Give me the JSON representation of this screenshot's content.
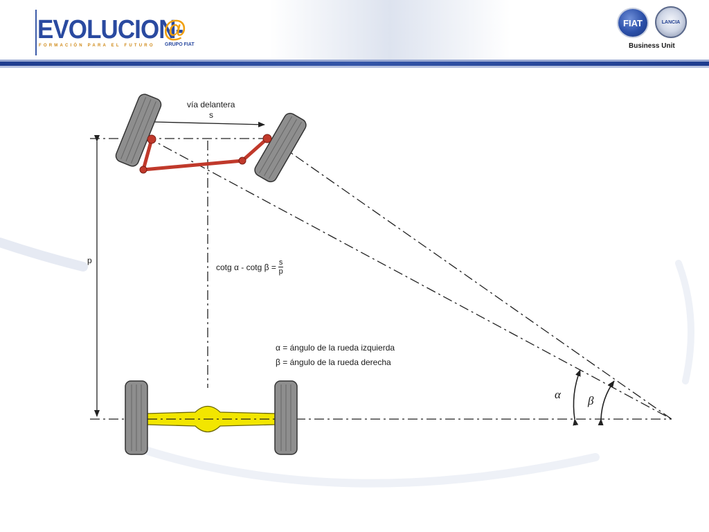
{
  "header": {
    "logo_text": "EVOLUCION-",
    "logo_at": "@",
    "logo_tagline": "FORMACIÓN PARA EL FUTURO",
    "logo_group": "GRUPO FIAT",
    "brand_fiat": "FIAT",
    "brand_lancia": "LANCIA",
    "business_unit": "Business Unit",
    "colors": {
      "primary": "#2a4aa0",
      "accent": "#f0a010",
      "band": "#1f3d8f"
    }
  },
  "diagram": {
    "track_label": "vía delantera",
    "track_symbol": "s",
    "wheelbase_symbol": "p",
    "formula_left": "cotg α - cotg β =",
    "formula_num": "s",
    "formula_den": "p",
    "legend_alpha": "α = ángulo de la rueda izquierda",
    "legend_beta": "β = ángulo de la rueda derecha",
    "angle_alpha": "α",
    "angle_beta": "β",
    "colors": {
      "steering_linkage": "#c0392b",
      "rear_axle": "#f2e600",
      "tire": "#9a9a9a",
      "line": "#222222"
    }
  }
}
